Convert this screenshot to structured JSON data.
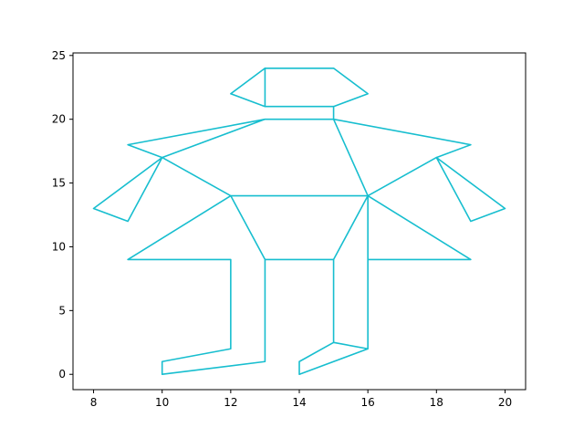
{
  "chart_data": {
    "type": "line",
    "title": "",
    "xlabel": "",
    "ylabel": "",
    "xlim": [
      7.4,
      20.6
    ],
    "ylim": [
      -1.2,
      25.2
    ],
    "xticks": [
      8,
      10,
      12,
      14,
      16,
      18,
      20
    ],
    "yticks": [
      0,
      5,
      10,
      15,
      20,
      25
    ],
    "grid": false,
    "line_color": "#17becf",
    "series": [
      {
        "x": [
          13,
          15,
          16,
          15,
          13,
          12,
          13,
          13,
          15,
          15,
          13,
          9,
          10,
          12,
          16,
          18,
          19,
          15,
          16,
          18,
          20,
          19,
          18,
          19,
          15,
          13,
          10,
          8,
          9,
          10,
          12,
          9,
          12,
          12,
          10,
          10,
          13,
          13,
          12,
          16,
          15,
          15,
          16,
          16,
          19,
          16,
          16,
          14,
          14,
          15,
          15,
          13
        ],
        "y": [
          24,
          24,
          22,
          21,
          21,
          22,
          24,
          21,
          21,
          20,
          20,
          18,
          17,
          14,
          14,
          17,
          18,
          20,
          14,
          17,
          13,
          12,
          17,
          18,
          20,
          20,
          17,
          13,
          12,
          17,
          14,
          9,
          9,
          2,
          1,
          0,
          1,
          9,
          14,
          14,
          9,
          2.5,
          2,
          9,
          9,
          14,
          2,
          0,
          1,
          2.5,
          9,
          9
        ]
      }
    ]
  }
}
